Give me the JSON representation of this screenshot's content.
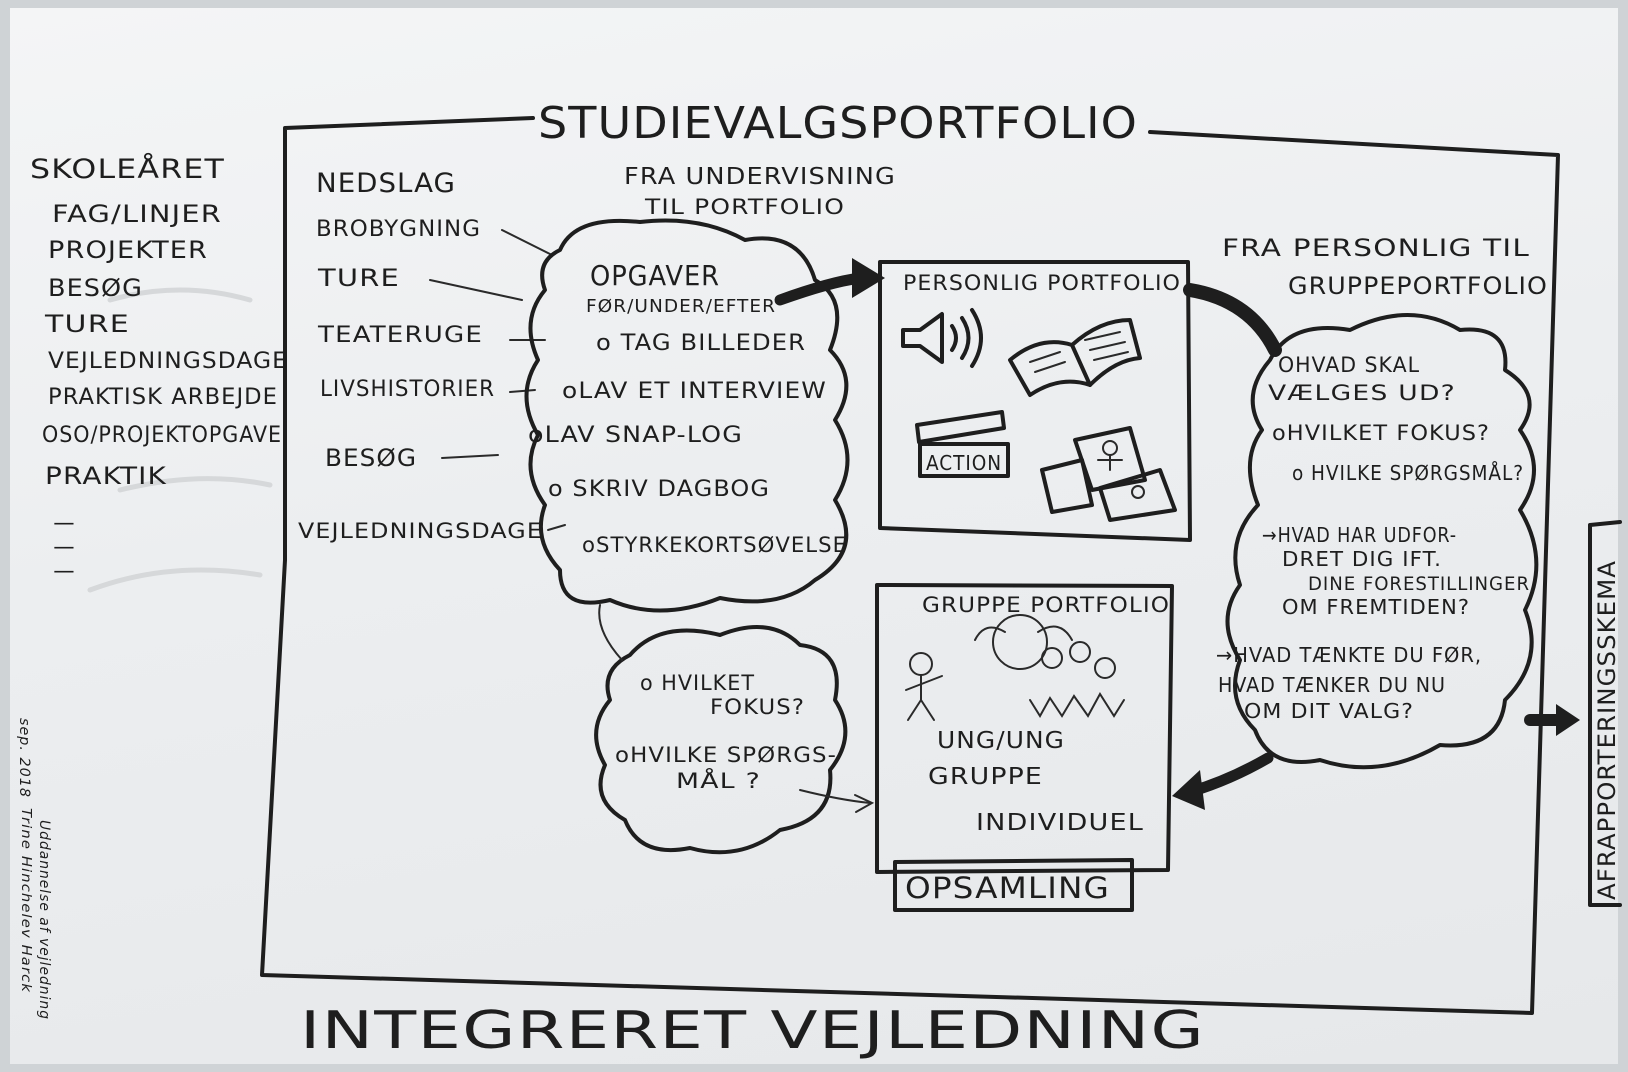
{
  "title": "STUDIEVALGSPORTFOLIO",
  "footer_title": "INTEGRERET VEJLEDNING",
  "left_column": {
    "heading": "SKOLEÅRET",
    "items": [
      "FAG/LINJER",
      "PROJEKTER",
      "BESØG",
      "TURE",
      "VEJLEDNINGSDAGE",
      "PRAKTISK ARBEJDE",
      "OSO/PROJEKTOPGAVE",
      "PRAKTIK",
      "–",
      "–",
      "–"
    ]
  },
  "nedslag": {
    "heading": "NEDSLAG",
    "items": [
      "BROBYGNING",
      "TURE",
      "TEATERUGE",
      "LIVSHISTORIER",
      "BESØG",
      "VEJLEDNINGSDAGE"
    ]
  },
  "fra_undervisning": [
    "FRA UNDERVISNING",
    "TIL PORTFOLIO"
  ],
  "opgaver_cloud": {
    "heading": "OPGAVER",
    "subheading": "FØR/UNDER/EFTER",
    "items": [
      "o TAG BILLEDER",
      "oLAV ET INTERVIEW",
      "oLAV SNAP-LOG",
      "o SKRIV DAGBOG",
      "oSTYRKEKORTSØVELSE"
    ]
  },
  "personlig_portfolio": {
    "label": "PERSONLIG PORTFOLIO",
    "action_label": "ACTION"
  },
  "fra_personlig": [
    "FRA PERSONLIG TIL",
    "GRUPPEPORTFOLIO"
  ],
  "right_cloud": {
    "items": [
      "OHVAD SKAL",
      "VÆLGES UD?",
      "oHVILKET FOKUS?",
      "o HVILKE SPØRGSMÅL?",
      "→HVAD HAR UDFOR-",
      "DRET DIG IFT.",
      "DINE FORESTILLINGER",
      "OM FREMTIDEN?",
      "→HVAD TÆNKTE DU FØR,",
      "HVAD TÆNKER DU NU",
      "OM DIT VALG?"
    ]
  },
  "small_cloud": {
    "items": [
      "o HVILKET",
      "FOKUS?",
      "oHVILKE SPØRGS-",
      "MÅL ?"
    ]
  },
  "gruppe_portfolio": {
    "label": "GRUPPE PORTFOLIO",
    "lines": [
      "UNG/UNG",
      "GRUPPE",
      "INDIVIDUEL"
    ]
  },
  "opsamling": "OPSAMLING",
  "afrapportering": "AFRAPPORTERINGSSKEMA",
  "credit": [
    "sep. 2018",
    "Uddannelse af vejledning",
    "Trine Hinchelev Harck"
  ],
  "colors": {
    "ink": "#1e1e1e",
    "paper": "#eef0f2"
  }
}
